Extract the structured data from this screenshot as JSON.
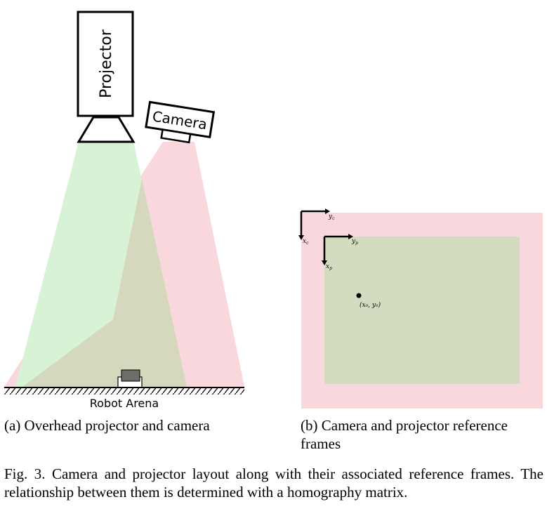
{
  "panel_a": {
    "projector_label": "Projector",
    "camera_label": "Camera",
    "arena_label": "Robot Arena",
    "caption": "(a) Overhead projector and camera"
  },
  "panel_b": {
    "camera_x_axis": "x",
    "camera_x_sub": "c",
    "camera_y_axis": "y",
    "camera_y_sub": "c",
    "projector_x_axis": "x",
    "projector_x_sub": "p",
    "projector_y_axis": "y",
    "projector_y_sub": "p",
    "point_label": "(x₀, y₀)",
    "caption": "(b) Camera and projector reference frames"
  },
  "figure_caption": "Fig. 3.  Camera and projector layout along with their associated reference frames. The relationship between them is determined with a homography matrix.",
  "colors": {
    "projector_beam": "#d6f2d6",
    "camera_beam": "#f8d8dc",
    "overlap": "#d4dcc0",
    "robot_body": "#6b6e66"
  }
}
